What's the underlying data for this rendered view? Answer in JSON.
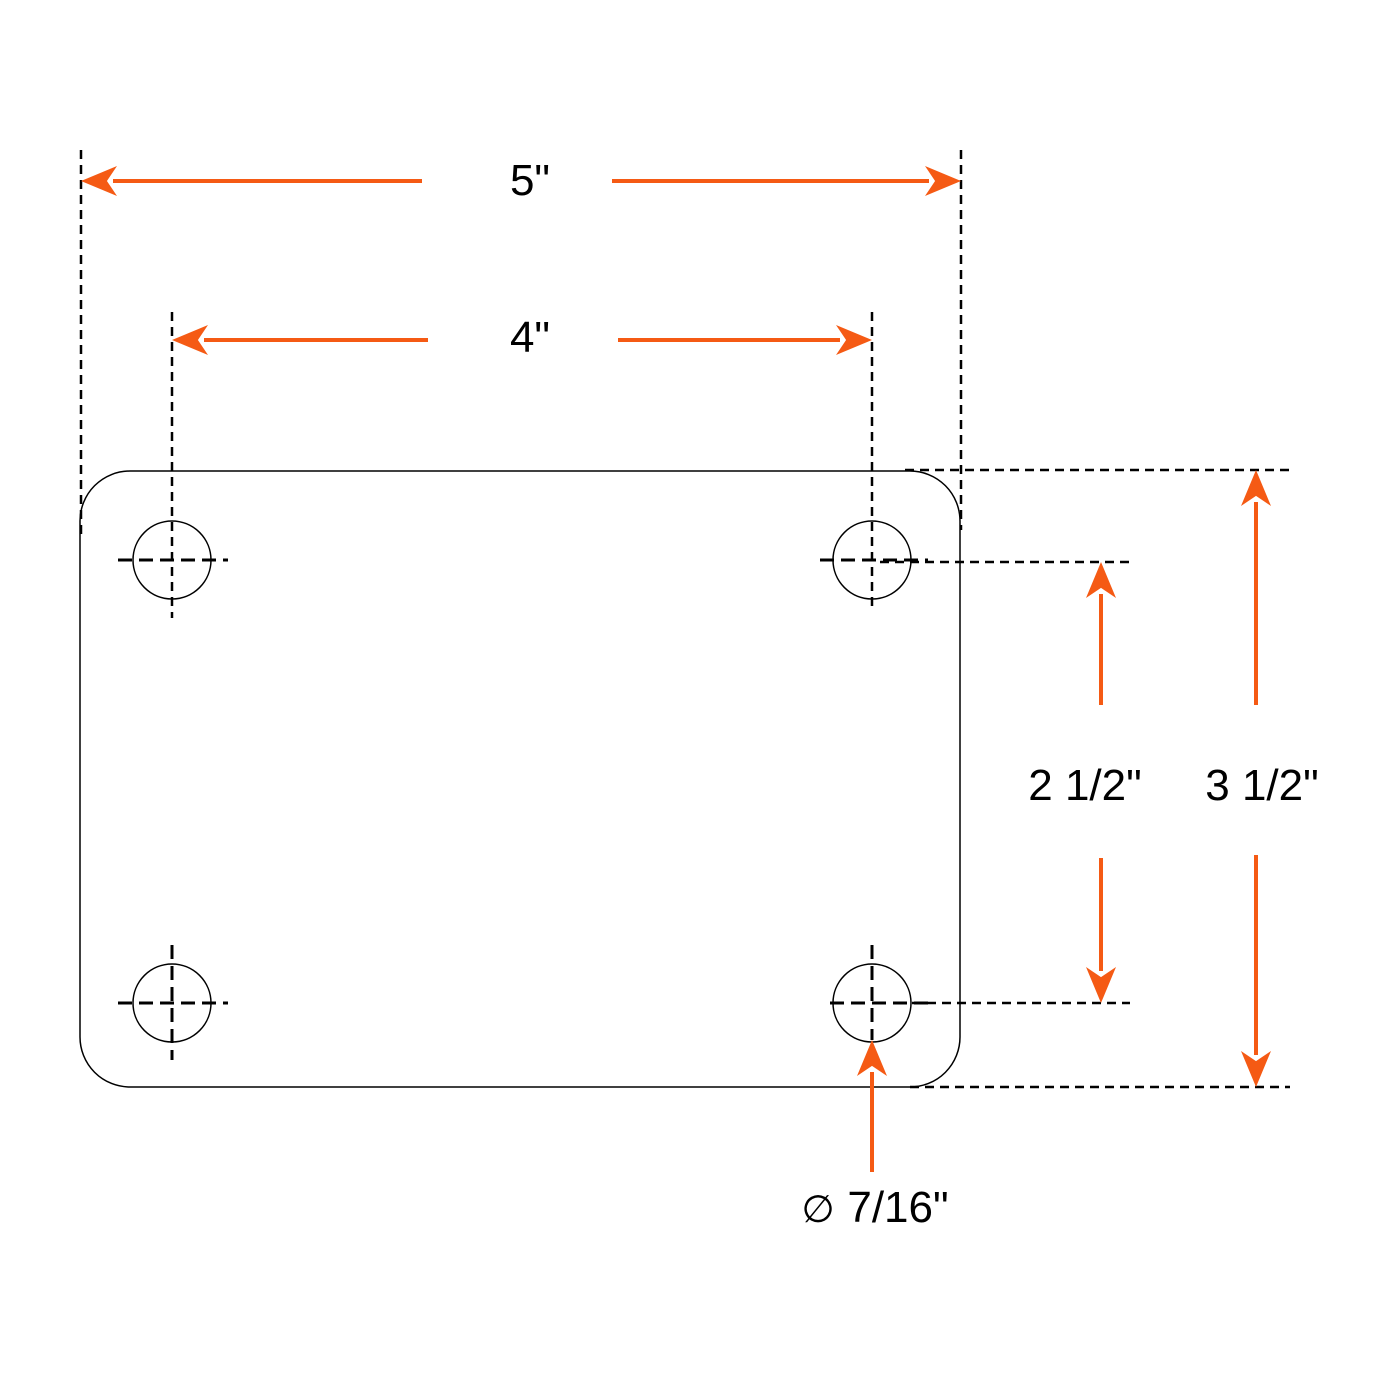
{
  "colors": {
    "arrow": "#f55a14",
    "line": "#000000",
    "background": "#ffffff"
  },
  "dimensions": {
    "overall_width": "5\"",
    "hole_spacing_width": "4\"",
    "hole_spacing_height": "2 1/2\"",
    "overall_height": "3 1/2\"",
    "hole_diameter_symbol": "∅",
    "hole_diameter": "7/16\""
  }
}
